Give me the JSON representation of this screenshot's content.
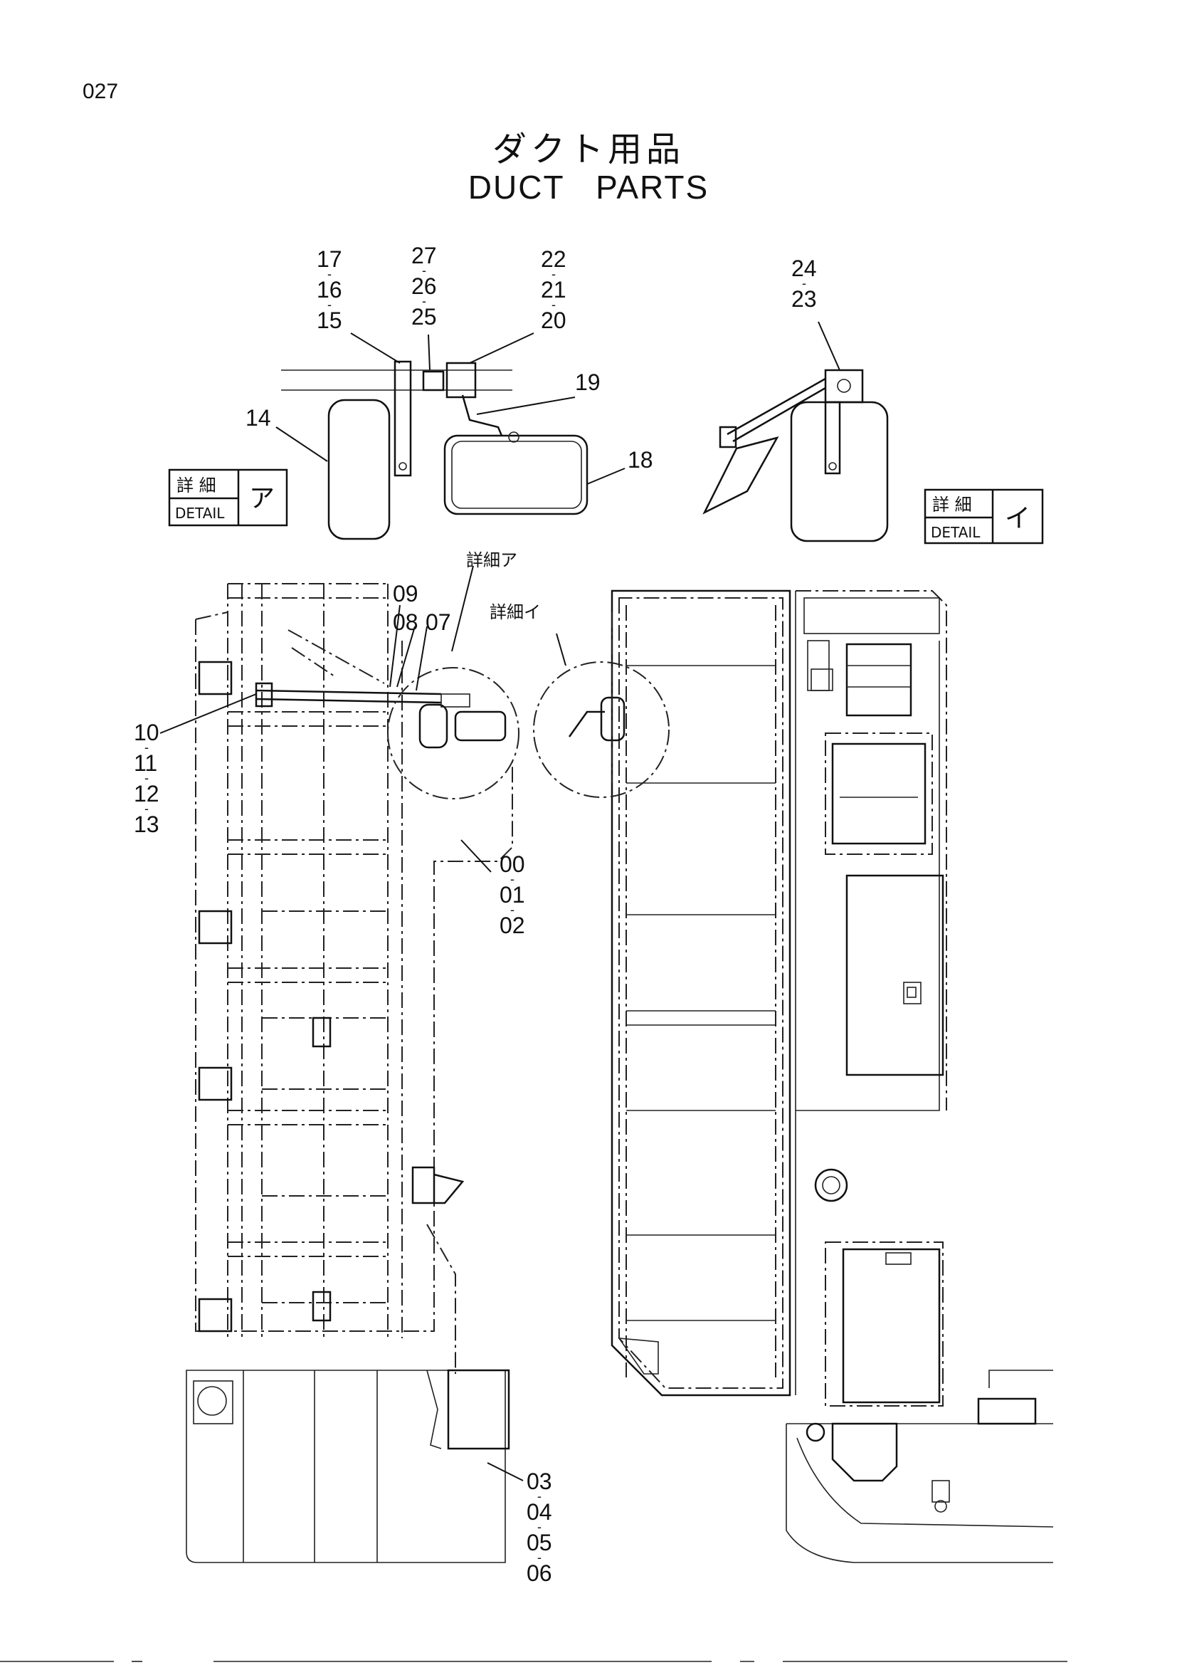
{
  "page_number": "027",
  "title_jp": "ダクト用品",
  "title_en": "DUCT   PARTS",
  "detail_boxes": [
    {
      "jp": "詳 細",
      "en": "DETAIL",
      "mark": "ア"
    },
    {
      "jp": "詳 細",
      "en": "DETAIL",
      "mark": "イ"
    }
  ],
  "detail_callouts": [
    "詳細ア",
    "詳細イ"
  ],
  "part_groups": {
    "g_17_15": [
      "17",
      "16",
      "15"
    ],
    "g_27_25": [
      "27",
      "26",
      "25"
    ],
    "g_22_20": [
      "22",
      "21",
      "20"
    ],
    "g_24_23": [
      "24",
      "23"
    ],
    "p_19": "19",
    "p_14": "14",
    "p_18": "18",
    "p_09": "09",
    "p_08": "08",
    "p_07": "07",
    "g_10_13": [
      "10",
      "11",
      "12",
      "13"
    ],
    "g_00_02": [
      "00",
      "01",
      "02"
    ],
    "g_03_06": [
      "03",
      "04",
      "05",
      "06"
    ]
  }
}
